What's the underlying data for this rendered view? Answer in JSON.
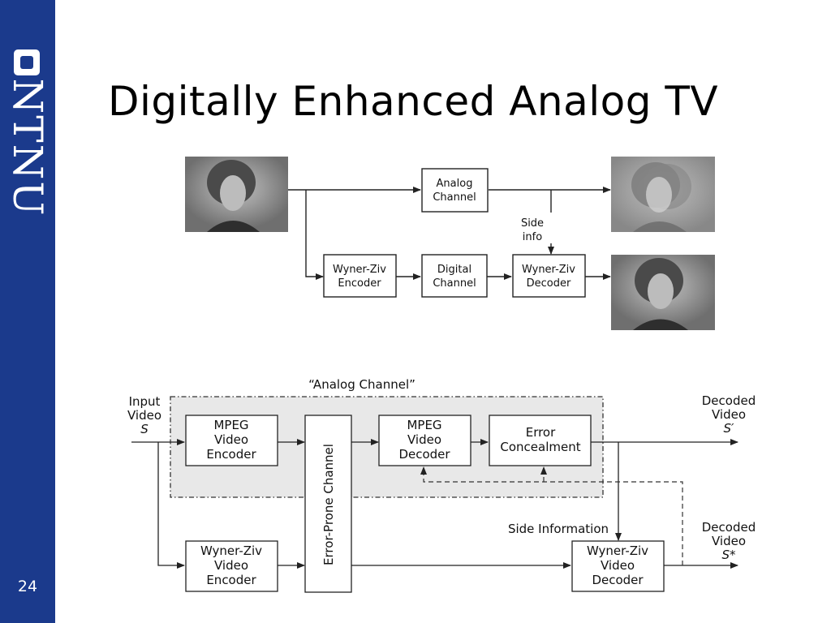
{
  "slide": {
    "title": "Digitally Enhanced Analog TV",
    "page_number": "24",
    "logo": "NTNU"
  },
  "top_diagram": {
    "analog_channel": [
      "Analog",
      "Channel"
    ],
    "side_info": [
      "Side",
      "info"
    ],
    "wz_encoder": [
      "Wyner-Ziv",
      "Encoder"
    ],
    "digital_channel": [
      "Digital",
      "Channel"
    ],
    "wz_decoder": [
      "Wyner-Ziv",
      "Decoder"
    ]
  },
  "bottom_diagram": {
    "analog_channel_label": "“Analog Channel”",
    "input": [
      "Input",
      "Video",
      "S"
    ],
    "mpeg_encoder": [
      "MPEG",
      "Video",
      "Encoder"
    ],
    "error_prone_channel": "Error-Prone Channel",
    "mpeg_decoder": [
      "MPEG",
      "Video",
      "Decoder"
    ],
    "error_concealment": [
      "Error",
      "Concealment"
    ],
    "decoded_top": [
      "Decoded",
      "Video",
      "S′"
    ],
    "side_information": "Side Information",
    "decoded_bottom": [
      "Decoded",
      "Video",
      "S*"
    ],
    "wz_video_encoder": [
      "Wyner-Ziv",
      "Video",
      "Encoder"
    ],
    "wz_video_decoder": [
      "Wyner-Ziv",
      "Video",
      "Decoder"
    ]
  }
}
